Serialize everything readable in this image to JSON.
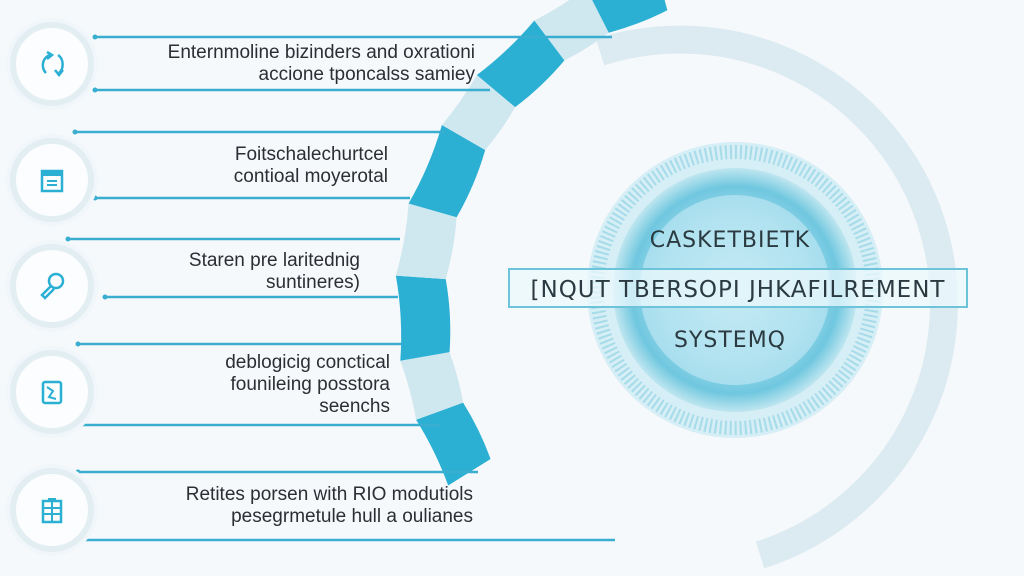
{
  "items": [
    {
      "icon": "refresh-arrows-icon",
      "lines": [
        "Enternmoline bizinders and oxrationi",
        "accione tponcalss samiey"
      ]
    },
    {
      "icon": "calendar-card-icon",
      "lines": [
        "Foitschalechurtcel",
        "contioal moyerotal"
      ]
    },
    {
      "icon": "key-search-icon",
      "lines": [
        "Staren pre laritednig",
        "suntineres)"
      ]
    },
    {
      "icon": "map-document-icon",
      "lines": [
        "deblogicig conctical",
        "founileing posstora",
        "seenchs"
      ]
    },
    {
      "icon": "clipboard-grid-icon",
      "lines": [
        "Retites porsen with RIO modutiols",
        "pesegrmetule hull a oulianes"
      ]
    }
  ],
  "center": {
    "line1": "CASKETBIETK",
    "line2": "[NQUT TBERSOPI JHKAFILREMENT",
    "line3": "SYSTEMQ"
  },
  "colors": {
    "accent": "#2bb0d4",
    "light": "#cfe7ef",
    "line": "#3aaed0",
    "text": "#2b2f33"
  }
}
